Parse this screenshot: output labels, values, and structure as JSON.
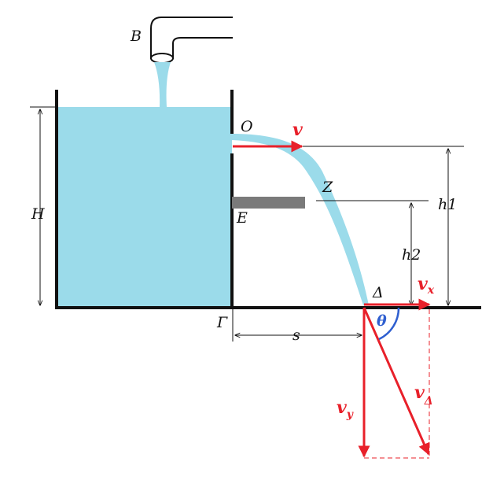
{
  "labels": {
    "faucet": "B",
    "outlet": "O",
    "point_e": "E",
    "point_z": "Z",
    "point_delta": "Δ",
    "base": "Γ",
    "height_tank": "H",
    "height_h1": "h1",
    "height_h2": "h2",
    "range": "s",
    "angle": "θ",
    "velocity": "v",
    "velocity_x": "v",
    "velocity_x_sub": "x",
    "velocity_y": "v",
    "velocity_y_sub": "y",
    "velocity_delta": "v",
    "velocity_delta_sub": "Δ"
  },
  "colors": {
    "water": "#9bdbea",
    "wall": "#111111",
    "vector": "#e8202a",
    "angle": "#2f5fd0",
    "obstacle": "#7a7a7a",
    "dimension": "#111111"
  }
}
